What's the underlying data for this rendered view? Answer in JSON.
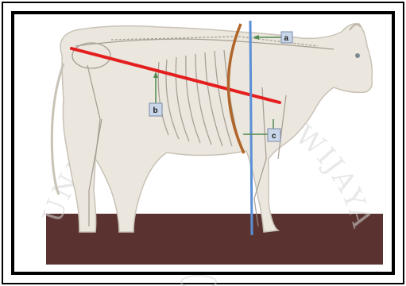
{
  "labels": {
    "a": "a",
    "b": "b",
    "c": "c"
  },
  "watermark": {
    "text": "UNIVERSITAS BRAWIJAYA"
  },
  "colors": {
    "body_length_line": "#e41e1e",
    "height_line": "#5b8fd6",
    "girth_curve": "#b0662a",
    "ground": "#5a3331",
    "pointer": "#4f8a4f",
    "label_box": "#c9d6ea"
  }
}
